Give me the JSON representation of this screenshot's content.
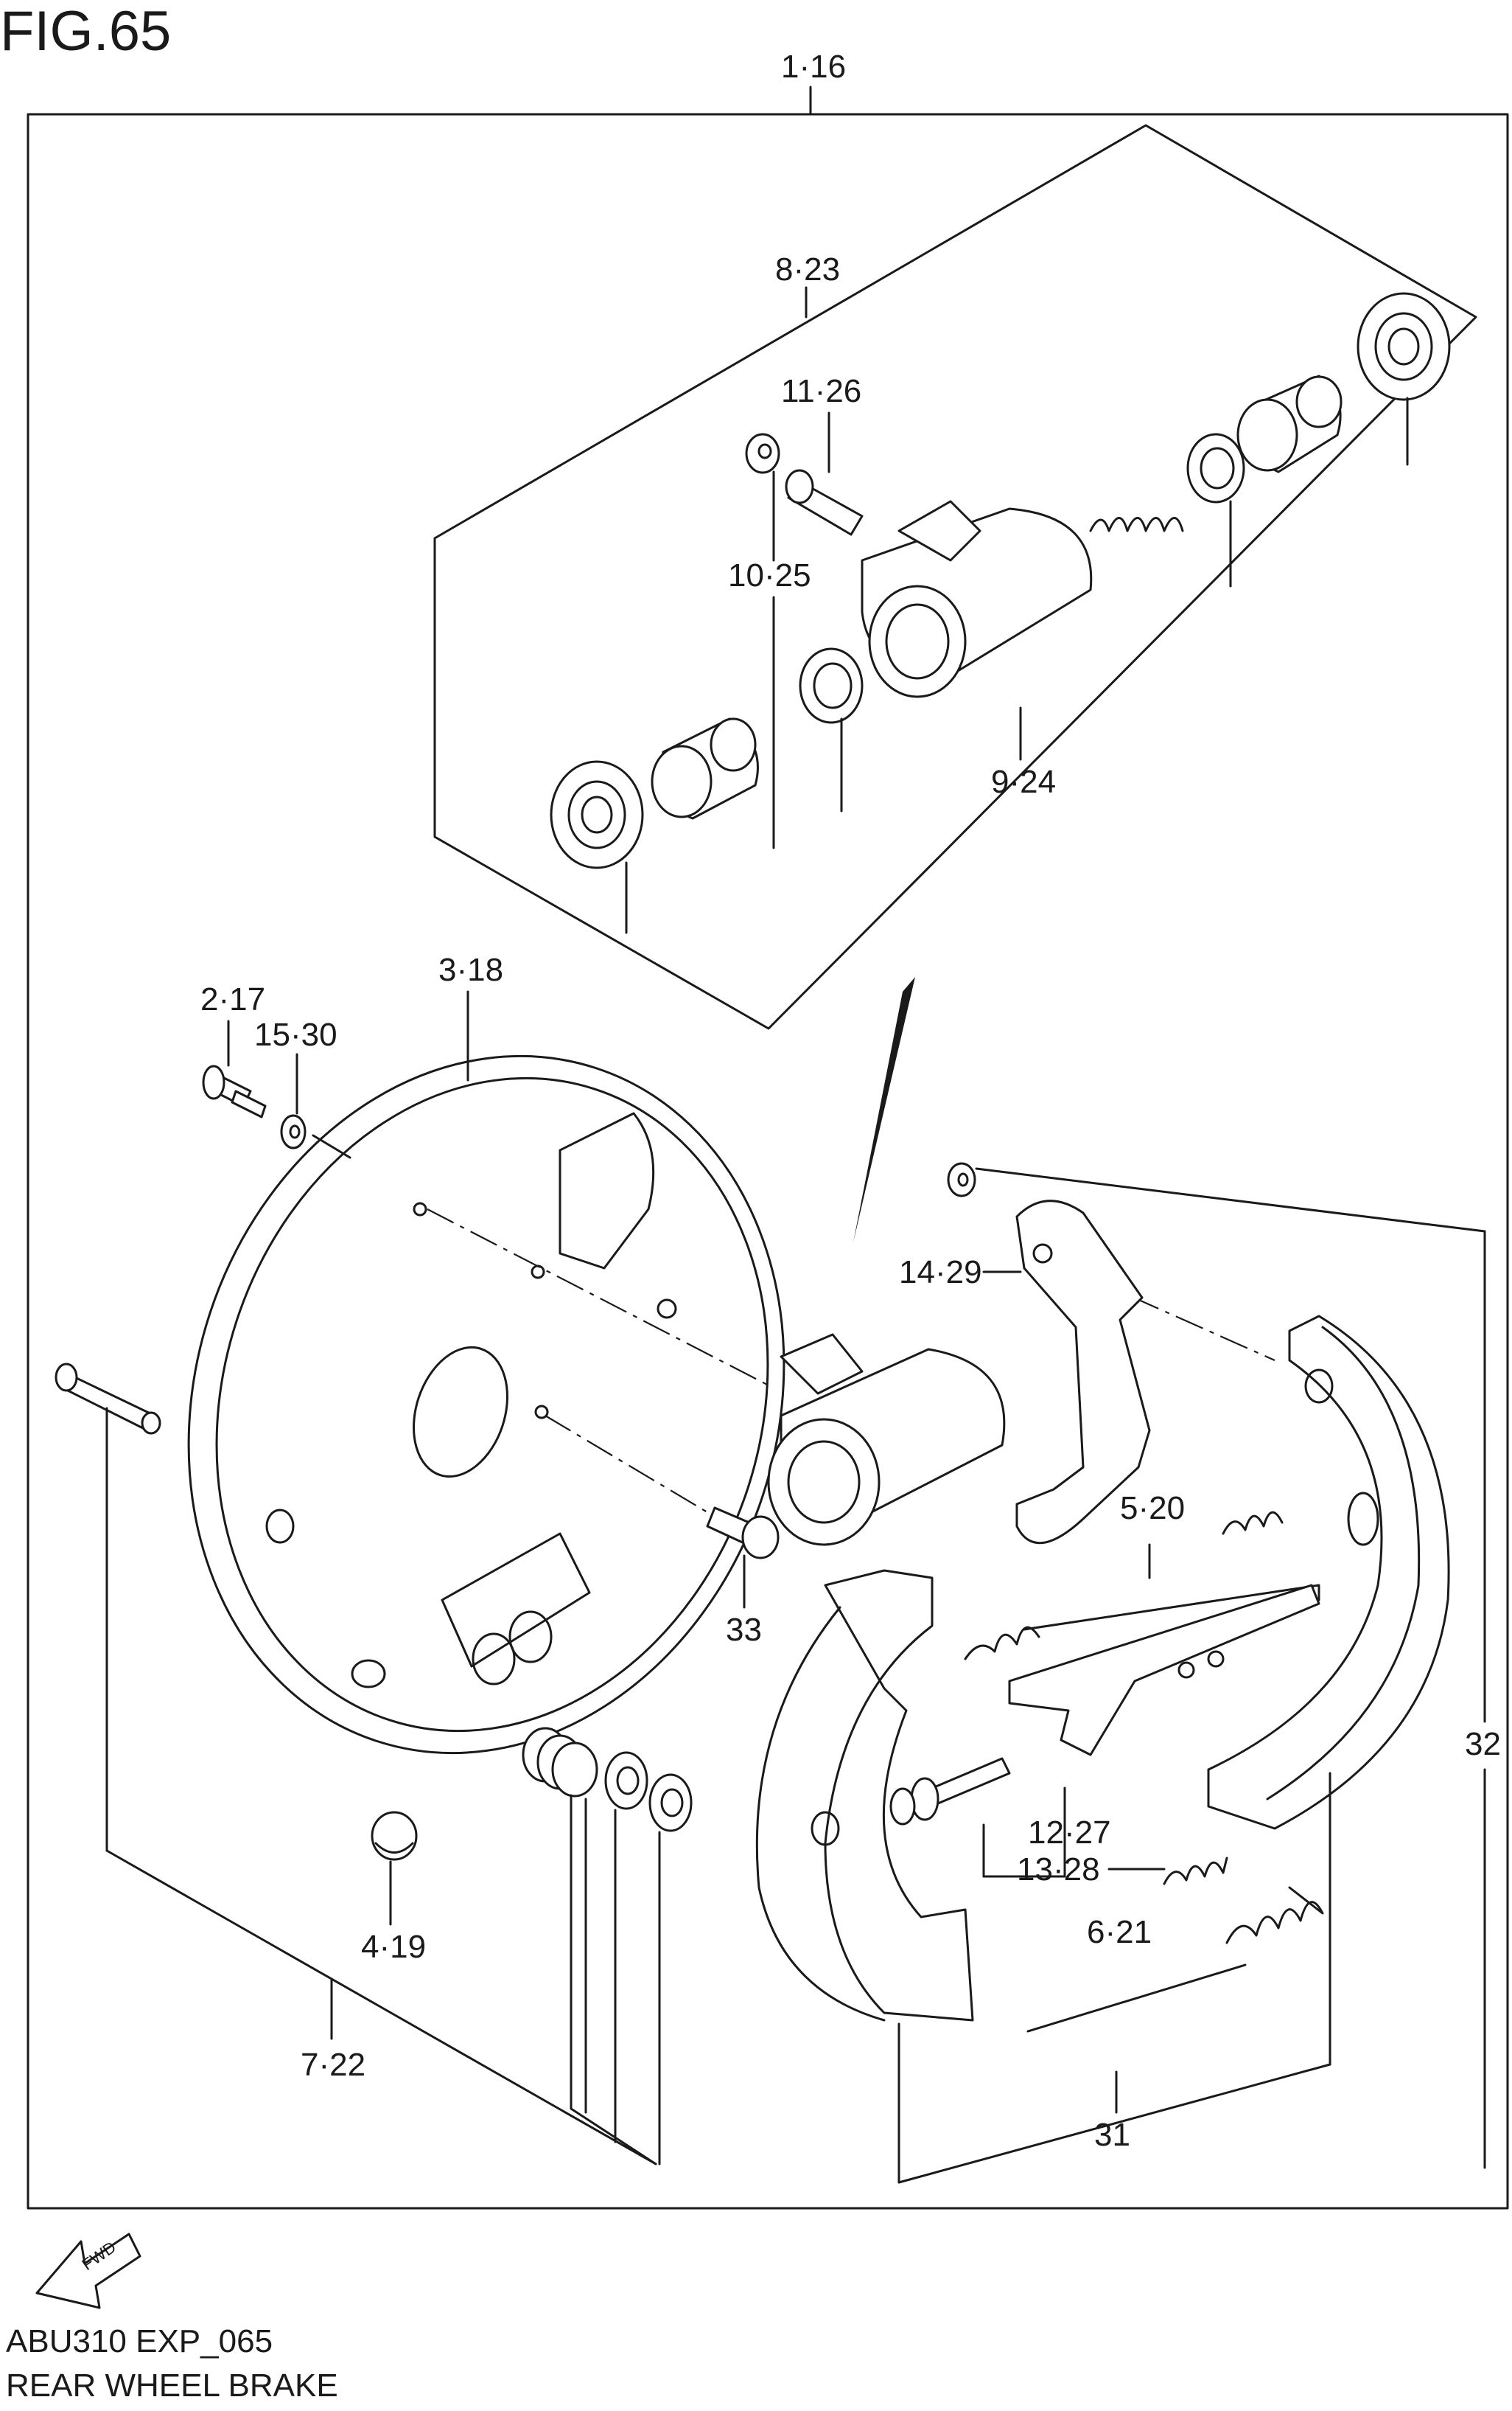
{
  "figure": {
    "number": "FIG.65",
    "code": "ABU310 EXP_065",
    "name": "REAR WHEEL BRAKE",
    "fwd_label": "FWD"
  },
  "callouts": {
    "c1_16": "1·16",
    "c8_23": "8·23",
    "c11_26": "11·26",
    "c10_25": "10·25",
    "c9_24": "9·24",
    "c3_18": "3·18",
    "c2_17": "2·17",
    "c15_30": "15·30",
    "c14_29": "14·29",
    "c5_20": "5·20",
    "c33": "33",
    "c32": "32",
    "c12_27": "12·27",
    "c13_28": "13·28",
    "c6_21": "6·21",
    "c4_19": "4·19",
    "c7_22": "7·22",
    "c31": "31"
  },
  "colors": {
    "line": "#1a1a1a",
    "background": "#ffffff"
  }
}
